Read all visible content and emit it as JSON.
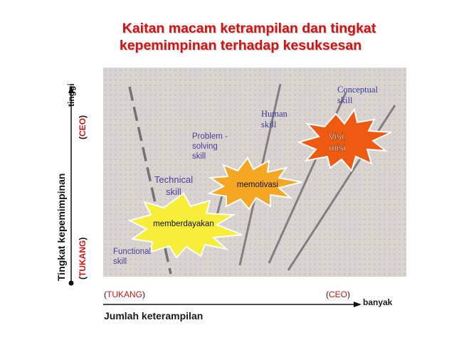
{
  "title": {
    "line1": "Kaitan macam ketrampilan dan tingkat",
    "line2": "kepemimpinan terhadap kesuksesan"
  },
  "colors": {
    "title": "#d21414",
    "panel": "#d9d4cf",
    "skill_label": "#4a3fa0",
    "burst_yellow": "#f7ee3a",
    "burst_orange": "#f5a623",
    "burst_red": "#f05a10"
  },
  "y_axis": {
    "label": "Tingkat  kepemimpinan",
    "top": "tinggi",
    "top_role": "CEO",
    "bottom_role": "TUKANG",
    "open_paren": "(",
    "close_paren": ")"
  },
  "x_axis": {
    "label": "Jumlah keterampilan",
    "right": "banyak",
    "left_role": "TUKANG",
    "right_role": "CEO",
    "open_paren": "(",
    "close_paren": ")"
  },
  "skills": {
    "functional": [
      "Functional",
      "skill"
    ],
    "technical": [
      "Technical",
      "skill"
    ],
    "problem_solving": [
      "Problem -",
      "solving",
      "skill"
    ],
    "human": [
      "Human",
      "skill"
    ],
    "conceptual": [
      "Conceptual",
      "skill"
    ]
  },
  "bursts": {
    "yellow": "memberdayakan",
    "orange": "memotivasi",
    "red_line1": "Visi,",
    "red_line2": "misi"
  }
}
